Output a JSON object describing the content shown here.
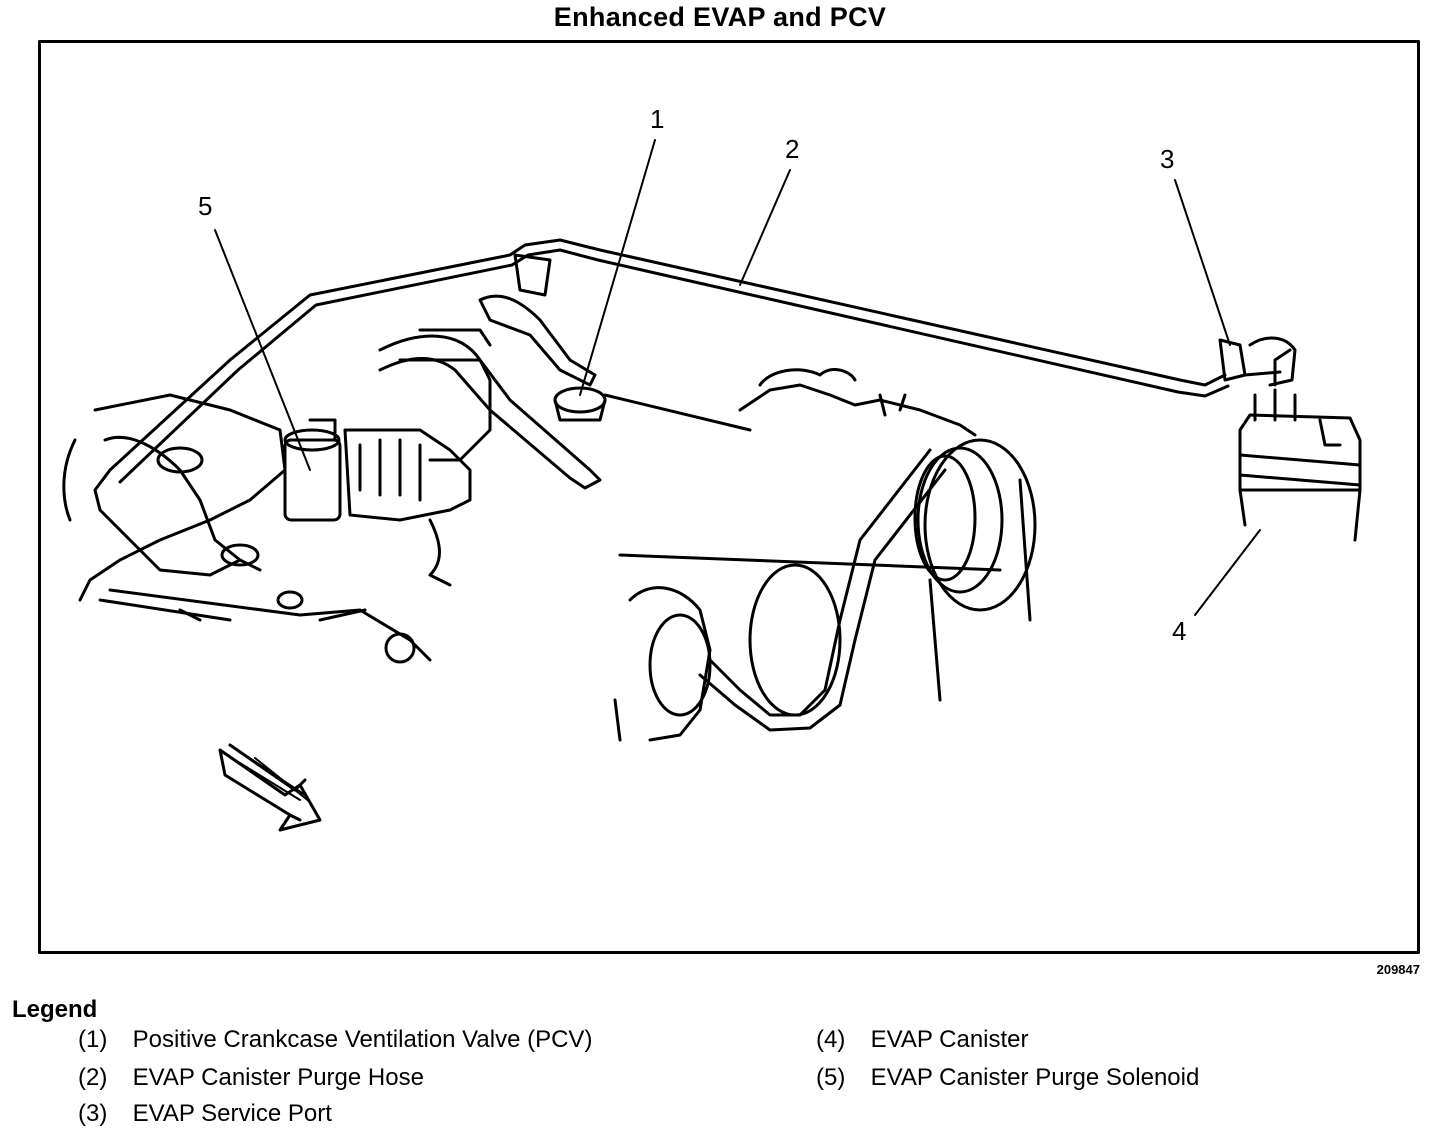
{
  "title": "Enhanced EVAP and PCV",
  "figure_id": "209847",
  "callouts": [
    "1",
    "2",
    "3",
    "4",
    "5"
  ],
  "legend": {
    "title": "Legend",
    "items": [
      {
        "num": "(1)",
        "label": "Positive Crankcase Ventilation Valve (PCV)"
      },
      {
        "num": "(2)",
        "label": "EVAP Canister Purge Hose"
      },
      {
        "num": "(3)",
        "label": "EVAP Service Port"
      },
      {
        "num": "(4)",
        "label": "EVAP Canister"
      },
      {
        "num": "(5)",
        "label": "EVAP Canister Purge Solenoid"
      }
    ]
  }
}
